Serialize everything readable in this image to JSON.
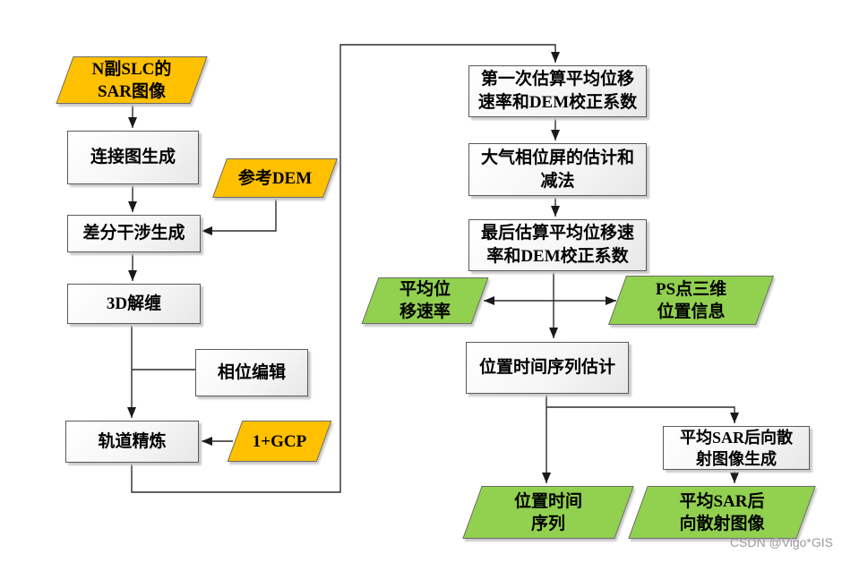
{
  "watermark": "CSDN @Vigo*GIS",
  "colors": {
    "input_fill": "#FFC000",
    "output_fill": "#92D050",
    "process_fill": "#F2F2F2",
    "shape_border": "#5A5A5A",
    "connector": "#2D2D2D"
  },
  "nodes": {
    "slc": {
      "type": "input",
      "label": "N副SLC的\nSAR图像"
    },
    "connect": {
      "type": "process",
      "label": "连接图生成"
    },
    "dem": {
      "type": "input",
      "label": "参考DEM"
    },
    "diff": {
      "type": "process",
      "label": "差分干涉生成"
    },
    "unwrap": {
      "type": "process",
      "label": "3D解缠"
    },
    "phase_edit": {
      "type": "process",
      "label": "相位编辑"
    },
    "orbit": {
      "type": "process",
      "label": "轨道精炼"
    },
    "gcp": {
      "type": "input",
      "label": "1+GCP"
    },
    "first_est": {
      "type": "process",
      "label": "第一次估算平均位移\n速率和DEM校正系数"
    },
    "aps": {
      "type": "process",
      "label": "大气相位屏的估计和\n减法"
    },
    "final_est": {
      "type": "process",
      "label": "最后估算平均位移速\n率和DEM校正系数"
    },
    "mean_vel": {
      "type": "output",
      "label": "平均位\n移速率"
    },
    "ps3d": {
      "type": "output",
      "label": "PS点三维\n位置信息"
    },
    "ts_est": {
      "type": "process",
      "label": "位置时间序列估计"
    },
    "sar_gen": {
      "type": "process",
      "label": "平均SAR后向散\n射图像生成"
    },
    "ts_out": {
      "type": "output",
      "label": "位置时间\n序列"
    },
    "sar_out": {
      "type": "output",
      "label": "平均SAR后\n向散射图像"
    }
  }
}
